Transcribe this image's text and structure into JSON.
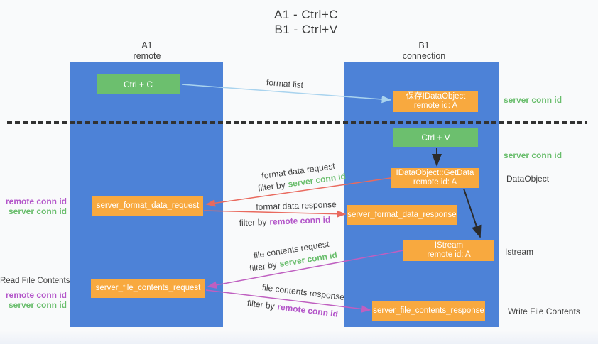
{
  "title": {
    "line1": "A1 - Ctrl+C",
    "line2": "B1 - Ctrl+V"
  },
  "headers": {
    "a1": {
      "title": "A1",
      "subtitle": "remote"
    },
    "b1": {
      "title": "B1",
      "subtitle": "connection"
    }
  },
  "boxes": {
    "ctrl_c": {
      "label": "Ctrl + C"
    },
    "ctrl_v": {
      "label": "Ctrl + V"
    },
    "save_idataobject": {
      "line1": "保存IDataObject",
      "line2": "remote id: A"
    },
    "idataobject_getdata": {
      "line1": "IDataObject::GetData",
      "line2": "remote id: A"
    },
    "istream": {
      "line1": "IStream",
      "line2": "remote id: A"
    },
    "server_format_data_request": {
      "label": "server_format_data_request"
    },
    "server_format_data_response": {
      "label": "server_format_data_response"
    },
    "server_file_contents_request": {
      "label": "server_file_contents_request"
    },
    "server_file_contents_response": {
      "label": "server_file_contents_response"
    }
  },
  "side_labels": {
    "server_conn_id_top": "server conn id",
    "server_conn_id_mid": "server conn id",
    "dataobject": "DataObject",
    "istream": "Istream",
    "write_file_contents": "Write File Contents",
    "read_file_contents": "Read File Contents",
    "left_group1": {
      "remote": "remote conn id",
      "server": "server conn id"
    },
    "left_group2": {
      "remote": "remote conn id",
      "server": "server conn id"
    }
  },
  "arrow_labels": {
    "format_list": "format list",
    "format_data_request": "format data request",
    "format_data_response": "format data response",
    "file_contents_request": "file contents request",
    "file_contents_response": "file contents response",
    "filter_by": "filter by",
    "server_conn_id": "server conn id",
    "remote_conn_id": "remote conn id"
  },
  "colors": {
    "background": "#f9fafb",
    "panel_blue": "#4d82d7",
    "box_green": "#6cbf6e",
    "box_orange": "#f8a93f",
    "arrow_light_blue": "#a9d3ee",
    "arrow_black": "#2b2b2b",
    "arrow_red": "#e96a5e",
    "arrow_magenta": "#bf5fc0",
    "text_green": "#68bd6b",
    "text_purple": "#b355c9",
    "text_dark": "#3f3f3f",
    "separator": "#323232"
  }
}
